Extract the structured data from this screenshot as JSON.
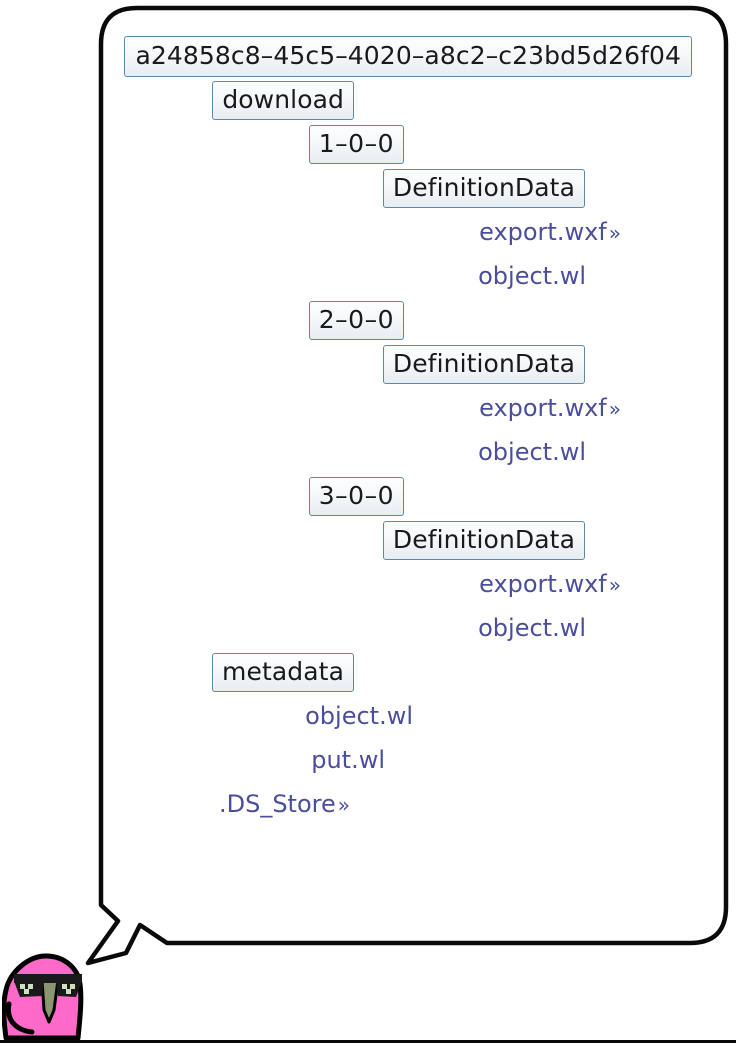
{
  "bubble": {
    "border_color": "#0a0a0a",
    "fill_color": "#ffffff",
    "tail_target": "bird"
  },
  "character": {
    "name": "pink-bird",
    "body_color": "#ff69c8",
    "outline_color": "#000000",
    "beak_color": "#8a9670",
    "glasses_color": "#1a1a1a"
  },
  "colors": {
    "box_border": "#5e89a6",
    "box_text": "#1a1a1a",
    "link_text": "#4b4f9b",
    "bubble_stroke": "#0a0a0a"
  },
  "tree": {
    "root": {
      "label": "a24858c8–45c5–4020–a8c2–c23bd5d26f04",
      "type": "box",
      "indent": 0
    },
    "items": [
      {
        "label": "download",
        "type": "box",
        "indent": 1,
        "expandable": false
      },
      {
        "label": "1–0–0",
        "type": "box",
        "indent": 2,
        "expandable": false
      },
      {
        "label": "DefinitionData",
        "type": "box",
        "indent": 3,
        "expandable": false
      },
      {
        "label": "export.wxf",
        "type": "link",
        "indent": 4,
        "expandable": true
      },
      {
        "label": "object.wl",
        "type": "link",
        "indent": 4,
        "expandable": false
      },
      {
        "label": "2–0–0",
        "type": "box",
        "indent": 2,
        "expandable": false
      },
      {
        "label": "DefinitionData",
        "type": "box",
        "indent": 3,
        "expandable": false
      },
      {
        "label": "export.wxf",
        "type": "link",
        "indent": 4,
        "expandable": true
      },
      {
        "label": "object.wl",
        "type": "link",
        "indent": 4,
        "expandable": false
      },
      {
        "label": "3–0–0",
        "type": "box",
        "indent": 2,
        "expandable": false
      },
      {
        "label": "DefinitionData",
        "type": "box",
        "indent": 3,
        "expandable": false
      },
      {
        "label": "export.wxf",
        "type": "link",
        "indent": 4,
        "expandable": true
      },
      {
        "label": "object.wl",
        "type": "link",
        "indent": 4,
        "expandable": false
      },
      {
        "label": "metadata",
        "type": "box",
        "indent": 1,
        "expandable": false
      },
      {
        "label": "object.wl",
        "type": "link",
        "indent": 2,
        "expandable": false
      },
      {
        "label": "put.wl",
        "type": "link",
        "indent": 2,
        "expandable": false
      },
      {
        "label": ".DS_Store",
        "type": "link",
        "indent": 0,
        "expandable": true
      }
    ],
    "chevron_glyph": "»"
  }
}
